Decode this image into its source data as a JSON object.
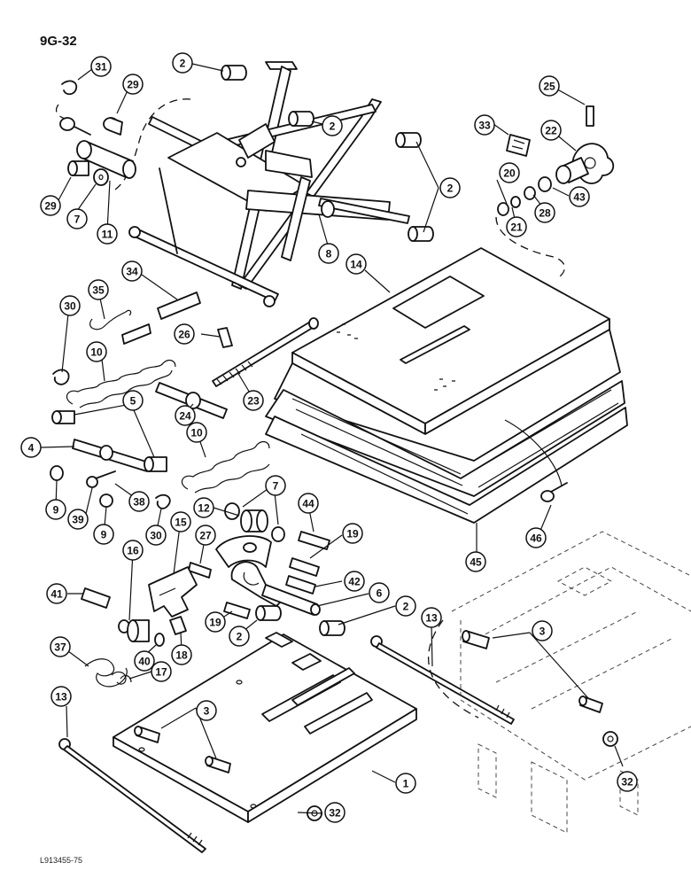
{
  "header": {
    "page_ref": "9G-32"
  },
  "footer": {
    "figure_code": "L913455-75"
  },
  "callouts": [
    {
      "id": "c2a",
      "label": "2"
    },
    {
      "id": "c31",
      "label": "31"
    },
    {
      "id": "c29a",
      "label": "29"
    },
    {
      "id": "c2b",
      "label": "2"
    },
    {
      "id": "c25",
      "label": "25"
    },
    {
      "id": "c33",
      "label": "33"
    },
    {
      "id": "c22",
      "label": "22"
    },
    {
      "id": "c29b",
      "label": "29"
    },
    {
      "id": "c7a",
      "label": "7"
    },
    {
      "id": "c11",
      "label": "11"
    },
    {
      "id": "c2c",
      "label": "2"
    },
    {
      "id": "c20",
      "label": "20"
    },
    {
      "id": "c43",
      "label": "43"
    },
    {
      "id": "c28",
      "label": "28"
    },
    {
      "id": "c21",
      "label": "21"
    },
    {
      "id": "c8",
      "label": "8"
    },
    {
      "id": "c14",
      "label": "14"
    },
    {
      "id": "c34",
      "label": "34"
    },
    {
      "id": "c35",
      "label": "35"
    },
    {
      "id": "c30a",
      "label": "30"
    },
    {
      "id": "c26",
      "label": "26"
    },
    {
      "id": "c10a",
      "label": "10"
    },
    {
      "id": "c5",
      "label": "5"
    },
    {
      "id": "c24",
      "label": "24"
    },
    {
      "id": "c23",
      "label": "23"
    },
    {
      "id": "c4",
      "label": "4"
    },
    {
      "id": "c10b",
      "label": "10"
    },
    {
      "id": "c9a",
      "label": "9"
    },
    {
      "id": "c39",
      "label": "39"
    },
    {
      "id": "c9b",
      "label": "9"
    },
    {
      "id": "c38",
      "label": "38"
    },
    {
      "id": "c30b",
      "label": "30"
    },
    {
      "id": "c7b",
      "label": "7"
    },
    {
      "id": "c12",
      "label": "12"
    },
    {
      "id": "c44",
      "label": "44"
    },
    {
      "id": "c46",
      "label": "46"
    },
    {
      "id": "c15",
      "label": "15"
    },
    {
      "id": "c27",
      "label": "27"
    },
    {
      "id": "c19a",
      "label": "19"
    },
    {
      "id": "c16",
      "label": "16"
    },
    {
      "id": "c45",
      "label": "45"
    },
    {
      "id": "c42",
      "label": "42"
    },
    {
      "id": "c6",
      "label": "6"
    },
    {
      "id": "c41",
      "label": "41"
    },
    {
      "id": "c2d",
      "label": "2"
    },
    {
      "id": "c13a",
      "label": "13"
    },
    {
      "id": "c19b",
      "label": "19"
    },
    {
      "id": "c2e",
      "label": "2"
    },
    {
      "id": "c3a",
      "label": "3"
    },
    {
      "id": "c37",
      "label": "37"
    },
    {
      "id": "c40",
      "label": "40"
    },
    {
      "id": "c18",
      "label": "18"
    },
    {
      "id": "c17",
      "label": "17"
    },
    {
      "id": "c13b",
      "label": "13"
    },
    {
      "id": "c3b",
      "label": "3"
    },
    {
      "id": "c1",
      "label": "1"
    },
    {
      "id": "c32a",
      "label": "32"
    },
    {
      "id": "c32b",
      "label": "32"
    }
  ]
}
